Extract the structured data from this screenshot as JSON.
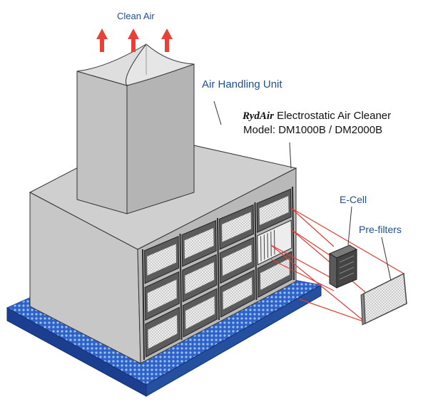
{
  "labels": {
    "clean_air": "Clean Air",
    "air_handling_unit": "Air Handling Unit",
    "brand": "RydAir",
    "product": "Electrostatic Air Cleaner",
    "model": "Model: DM1000B / DM2000B",
    "ecell": "E-Cell",
    "prefilters": "Pre-filters"
  },
  "colors": {
    "label_blue": "#1f4e8c",
    "arrow_red": "#e8413a",
    "leader_red": "#e33b35",
    "unit_gray": "#d2d2d2",
    "base_blue": "#2f62c7"
  },
  "grid": {
    "rows": 3,
    "columns": 4,
    "cutaway_cell": "row 2, column 4"
  }
}
